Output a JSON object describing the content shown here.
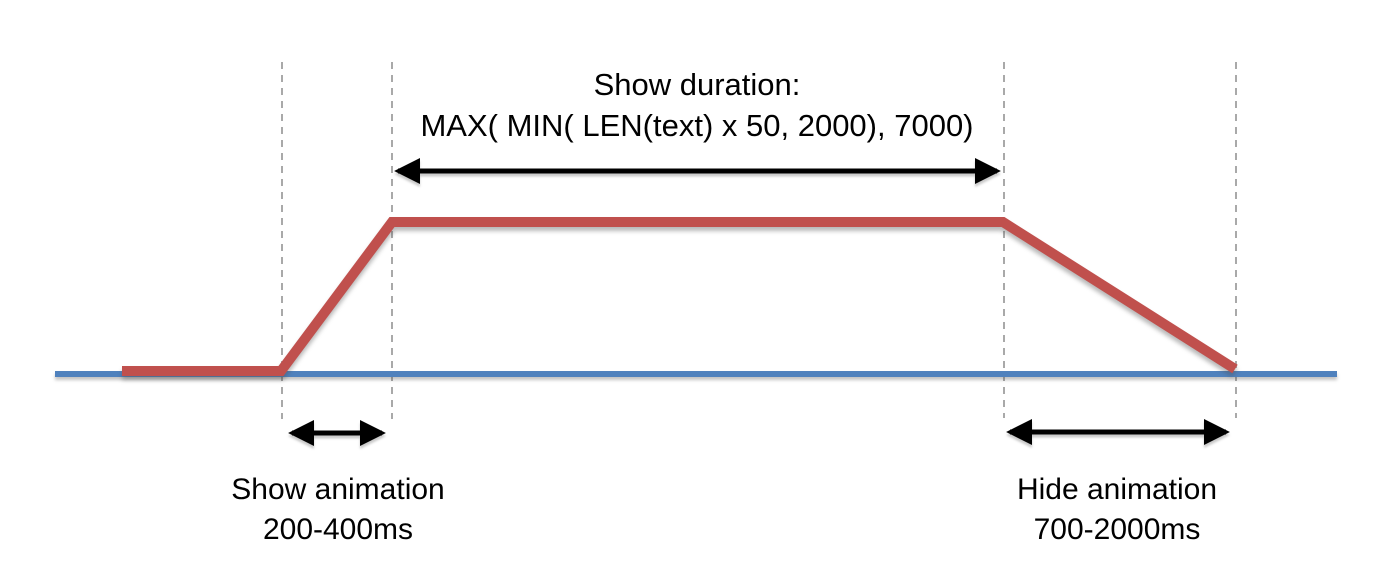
{
  "diagram": {
    "duration": {
      "title": "Show duration:",
      "formula": "MAX( MIN( LEN(text) x 50, 2000), 7000)"
    },
    "show_animation": {
      "label": "Show animation",
      "range": "200-400ms"
    },
    "hide_animation": {
      "label": "Hide animation",
      "range": "700-2000ms"
    },
    "colors": {
      "signal": "#c0504d",
      "baseline": "#4f81bd",
      "guide": "#a9a9a9",
      "arrow": "#000000",
      "text": "#000000",
      "background": "#ffffff"
    }
  }
}
